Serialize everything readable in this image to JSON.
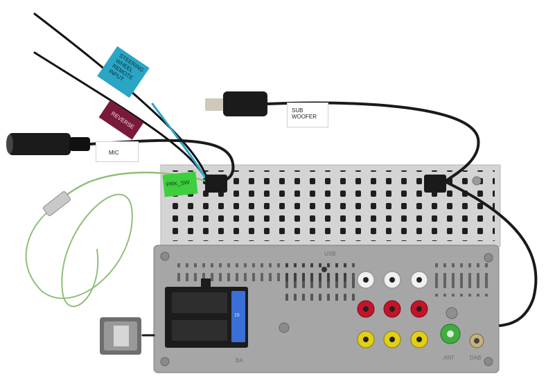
{
  "labels": {
    "steering_remote": "STEERING WHEEL REMOTE INPUT",
    "reverse": "REVERSE",
    "mic": "MIC",
    "sub_woofer_line1": "SUB",
    "sub_woofer_line2": "WOOFER",
    "prk_sw": "PRK_SW"
  },
  "panel_markings": {
    "antenna": "ANT",
    "dab": "DAB",
    "battery": "BA",
    "fuse": "15",
    "usb": "USB"
  },
  "colors": {
    "background": "#ffffff",
    "chassis": "#cfcfcf",
    "panel": "#a5a5a5",
    "steering_tag": "#2aa6c4",
    "reverse_tag": "#7a1a3a",
    "prk_tag": "#3dcf3d",
    "fuse": "#3a6fd8",
    "rca_white": "#f0f0f0",
    "rca_red": "#c4142a",
    "rca_yellow": "#e2cf18",
    "antenna_green": "#3fae3f",
    "cable_black": "#1a1a1a",
    "cable_green": "#8fbf7a"
  }
}
